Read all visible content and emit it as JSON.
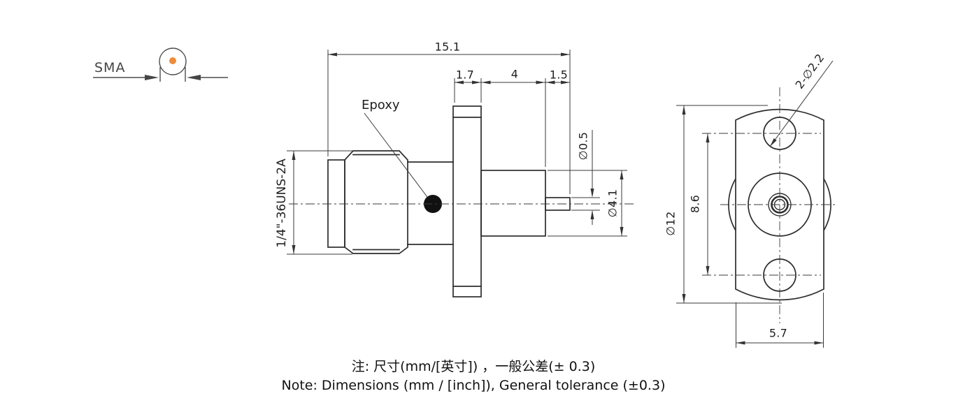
{
  "symbol": {
    "label": "SMA"
  },
  "side_view": {
    "thread_label": "1/4\"-36UNS-2A",
    "epoxy_label": "Epoxy",
    "dims": {
      "overall_length": "15.1",
      "flange_thickness": "1.7",
      "body_length": "4",
      "pin_length": "1.5",
      "pin_diameter": "∅0.5",
      "body_diameter": "∅4.1"
    }
  },
  "front_view": {
    "dims": {
      "mount_holes": "2-∅2.2",
      "flange_height": "∅12",
      "hole_spacing": "8.6",
      "flange_width": "5.7"
    }
  },
  "notes": {
    "zh": "注: 尺寸(mm/[英寸]) ，一般公差(± 0.3)",
    "en": "Note: Dimensions (mm / [inch]), General tolerance (±0.3)"
  },
  "colors": {
    "object_line": "#2d2d2d",
    "thin_line": "#3a3a3a",
    "inner_conductor_dot": "#ef8b3a",
    "epoxy_dot": "#111111"
  }
}
